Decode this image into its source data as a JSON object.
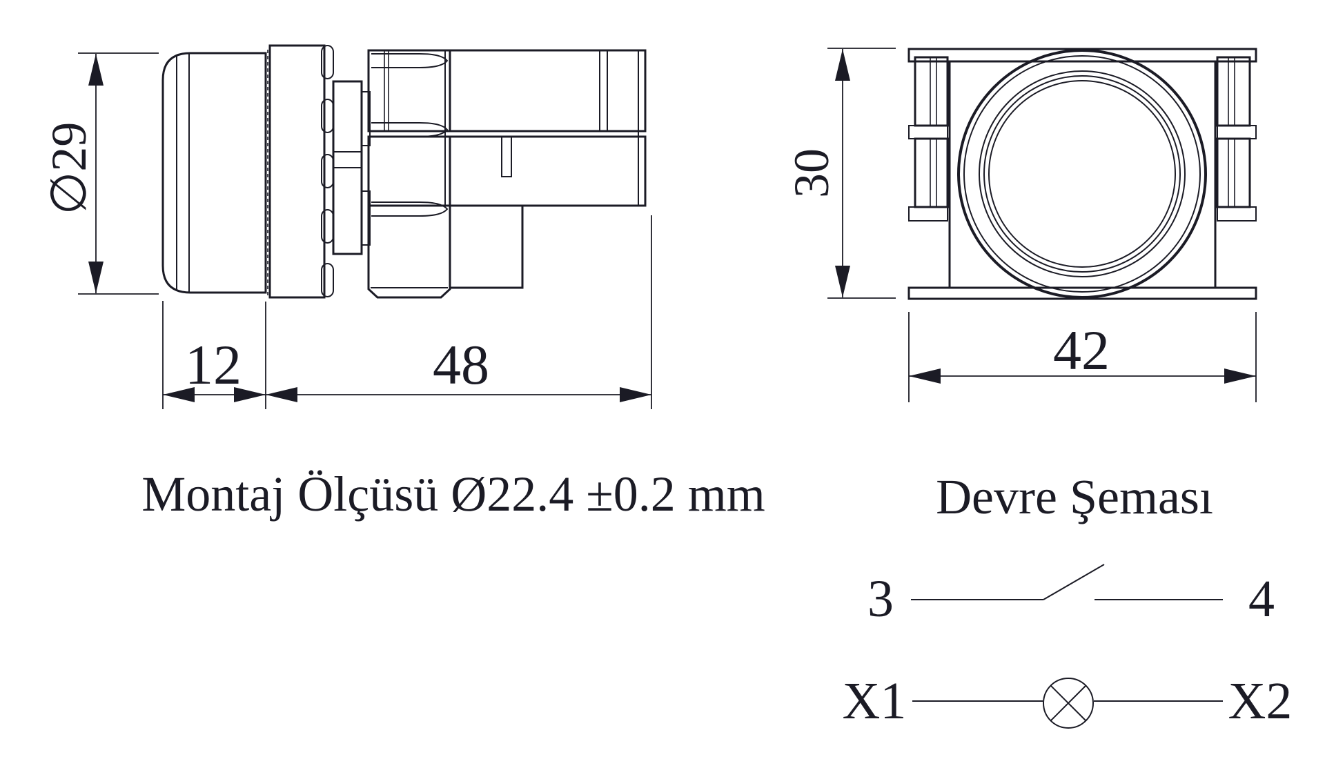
{
  "titles": {
    "mounting_note": "Montaj Ölçüsü Ø22.4 ±0.2 mm",
    "circuit_title": "Devre Şeması"
  },
  "side_view": {
    "dim_diameter": "∅29",
    "dim_head_width": "12",
    "dim_body_length": "48"
  },
  "front_view": {
    "dim_height": "30",
    "dim_width": "42"
  },
  "circuit": {
    "contact_terminal_left": "3",
    "contact_terminal_right": "4",
    "lamp_terminal_left": "X1",
    "lamp_terminal_right": "X2"
  },
  "colors": {
    "line": "#1b1b25",
    "background": "#ffffff"
  }
}
